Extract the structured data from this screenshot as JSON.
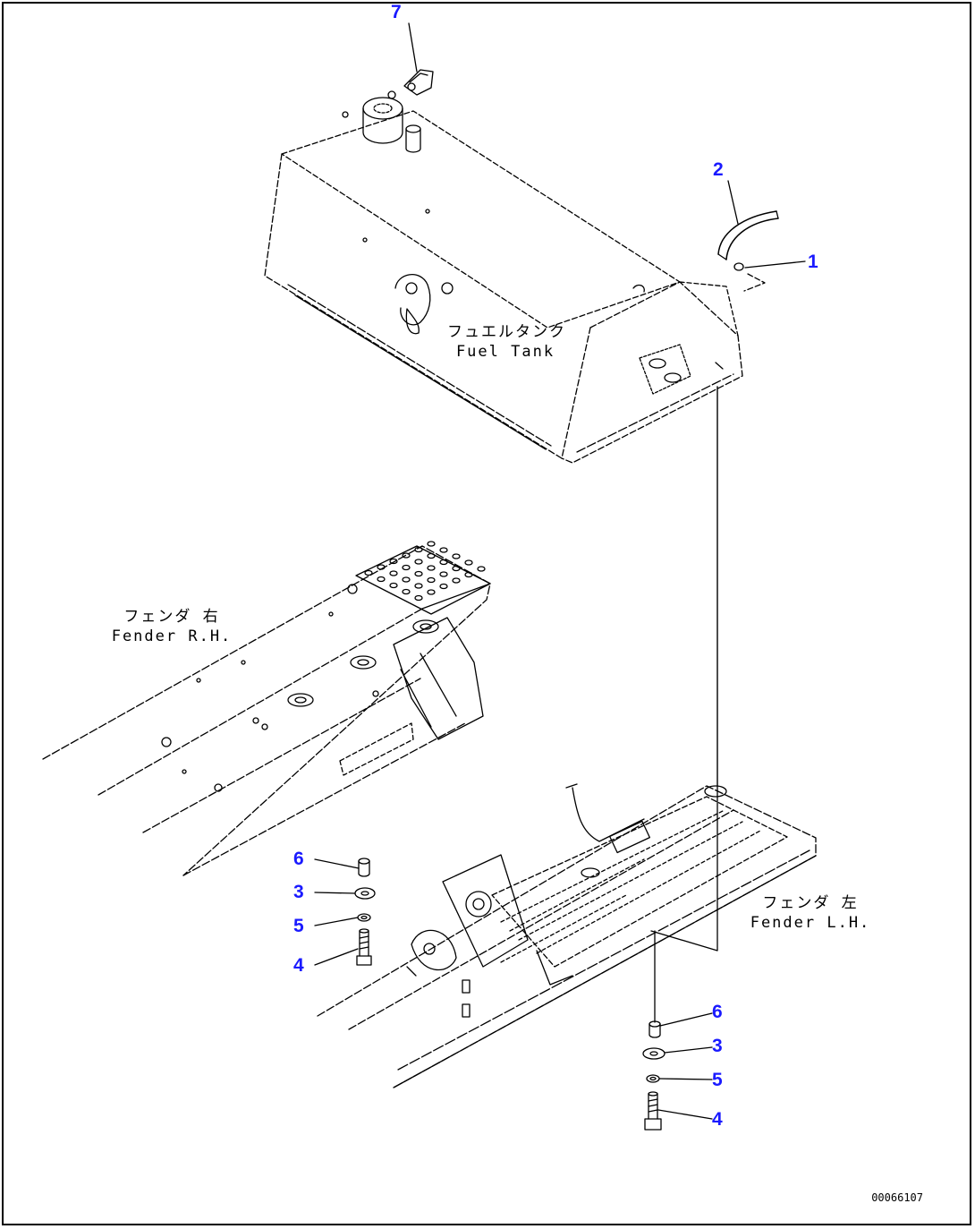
{
  "labels": {
    "fuel_tank_jp": "フュエルタンク",
    "fuel_tank_en": "Fuel Tank",
    "fender_rh_jp": "フェンダ 右",
    "fender_rh_en": "Fender R.H.",
    "fender_lh_jp": "フェンダ 左",
    "fender_lh_en": "Fender L.H."
  },
  "callouts": {
    "c7": "7",
    "c2": "2",
    "c1": "1",
    "c6_left": "6",
    "c3_left": "3",
    "c5_left": "5",
    "c4_left": "4",
    "c6_right": "6",
    "c3_right": "3",
    "c5_right": "5",
    "c4_right": "4"
  },
  "drawing_code": "00066107",
  "colors": {
    "callout": "#1a1aff",
    "line": "#000000",
    "background": "#ffffff"
  }
}
